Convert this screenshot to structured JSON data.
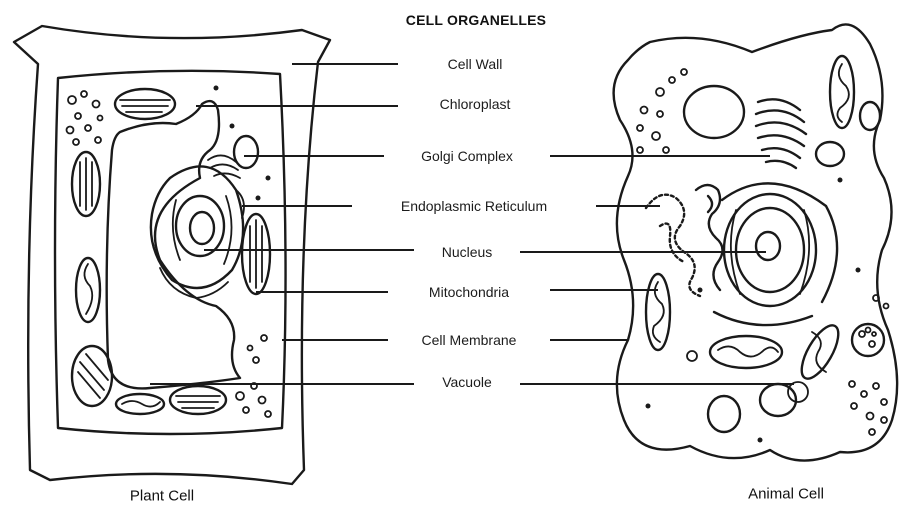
{
  "title": "CELL ORGANELLES",
  "labels": {
    "cell_wall": "Cell Wall",
    "chloroplast": "Chloroplast",
    "golgi": "Golgi Complex",
    "er": "Endoplasmic Reticulum",
    "nucleus": "Nucleus",
    "mitochondria": "Mitochondria",
    "cell_membrane": "Cell Membrane",
    "vacuole": "Vacuole"
  },
  "captions": {
    "plant": "Plant Cell",
    "animal": "Animal Cell"
  }
}
